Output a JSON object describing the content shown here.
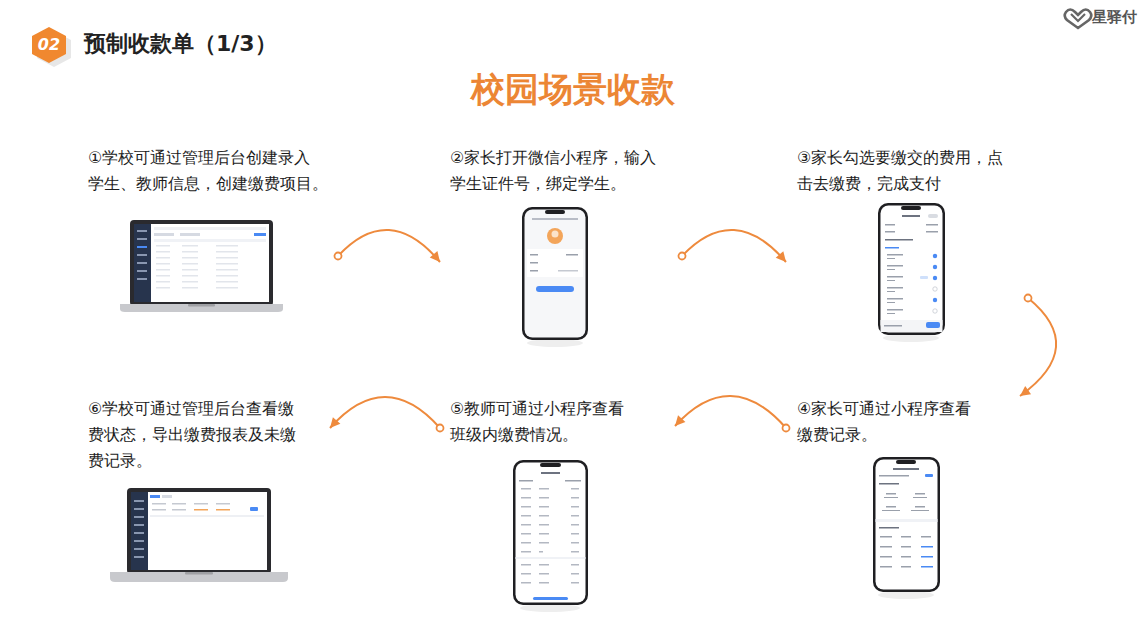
{
  "diagram": {
    "title": "校园场景收款",
    "nodes": [
      {
        "text": [
          "02"
        ]
      },
      {
        "text": [
          "①学校可通过管理后台创建录入 学生、教师信息，创建缴费项目。"
        ]
      },
      {
        "text": [
          "②家长打开微信小程序，输入 学生证件号，绑定学生。"
        ]
      },
      {
        "text": [
          "③家长勾选要缴交的费用，点 击去缴费，完成支付"
        ]
      },
      {
        "text": [
          "④家长可通过小程序查看 缴费记录。"
        ]
      },
      {
        "text": [
          "⑤教师可通过小程序查看 班级内缴费情况。"
        ]
      },
      {
        "text": [
          "⑥学校可通过管理后台查看缴 费状态，导出缴费报表及未缴 费记录。"
        ]
      }
    ],
    "edges": [
      {
        "from": 1,
        "to": 2,
        "arrow": "to"
      },
      {
        "from": 2,
        "to": 3,
        "arrow": "to"
      },
      {
        "from": 3,
        "to": 4,
        "arrow": "to"
      },
      {
        "from": 4,
        "to": 5,
        "arrow": "to"
      },
      {
        "from": 5,
        "to": 6,
        "arrow": "to"
      }
    ],
    "labels": [
      "预制收款单（1/3）",
      "星驿付"
    ]
  }
}
